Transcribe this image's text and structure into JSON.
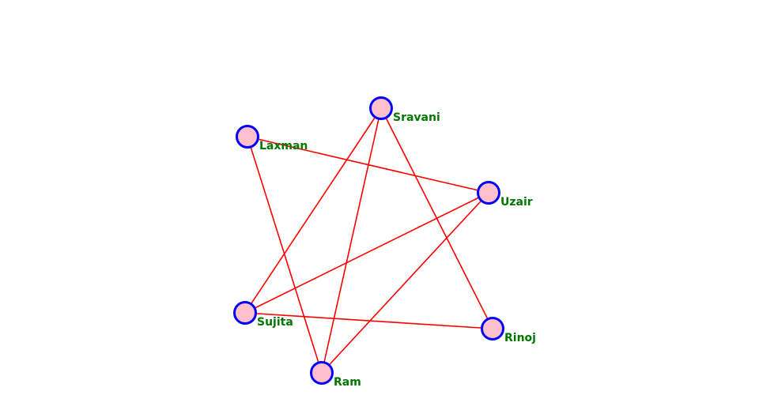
{
  "graph": {
    "colors": {
      "edge": "#ff0000",
      "node_fill": "#ffc0cb",
      "node_stroke": "#0000ff",
      "label": "#007700"
    },
    "nodes": [
      {
        "id": "Sravani",
        "label": "Sravani"
      },
      {
        "id": "Laxman",
        "label": "Laxman"
      },
      {
        "id": "Uzair",
        "label": "Uzair"
      },
      {
        "id": "Sujita",
        "label": "Sujita"
      },
      {
        "id": "Rinoj",
        "label": "Rinoj"
      },
      {
        "id": "Ram",
        "label": "Ram"
      }
    ],
    "edges": [
      [
        "Laxman",
        "Uzair"
      ],
      [
        "Laxman",
        "Ram"
      ],
      [
        "Sravani",
        "Sujita"
      ],
      [
        "Sravani",
        "Ram"
      ],
      [
        "Sravani",
        "Rinoj"
      ],
      [
        "Uzair",
        "Sujita"
      ],
      [
        "Uzair",
        "Ram"
      ],
      [
        "Sujita",
        "Rinoj"
      ]
    ]
  }
}
